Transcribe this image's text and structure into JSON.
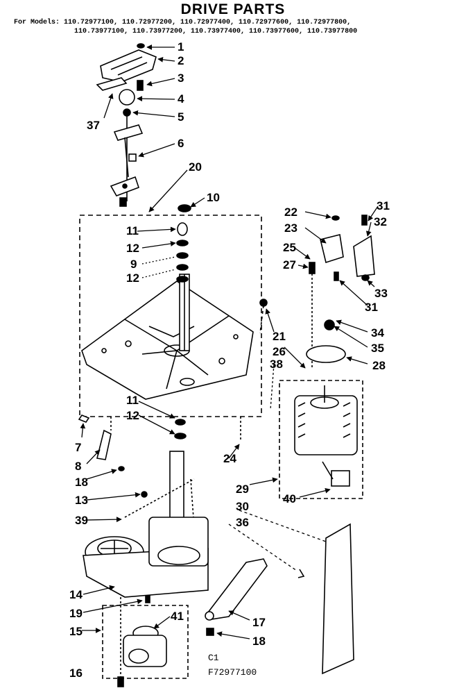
{
  "title": "DRIVE PARTS",
  "models_line1": "For Models: 110.72977100, 110.72977200, 110.72977400, 110.72977600, 110.72977800,",
  "models_line2": "110.73977100, 110.73977200, 110.73977400, 110.73977600, 110.73977800",
  "callouts": [
    "1",
    "2",
    "3",
    "4",
    "5",
    "37",
    "6",
    "20",
    "10",
    "11",
    "12",
    "9",
    "12",
    "22",
    "23",
    "25",
    "27",
    "31",
    "32",
    "33",
    "31",
    "21",
    "26",
    "38",
    "34",
    "35",
    "28",
    "11",
    "12",
    "7",
    "8",
    "18",
    "24",
    "29",
    "40",
    "13",
    "39",
    "30",
    "36",
    "14",
    "19",
    "15",
    "41",
    "17",
    "18",
    "16"
  ],
  "footer_code1": "C1",
  "footer_code2": "F72977100"
}
